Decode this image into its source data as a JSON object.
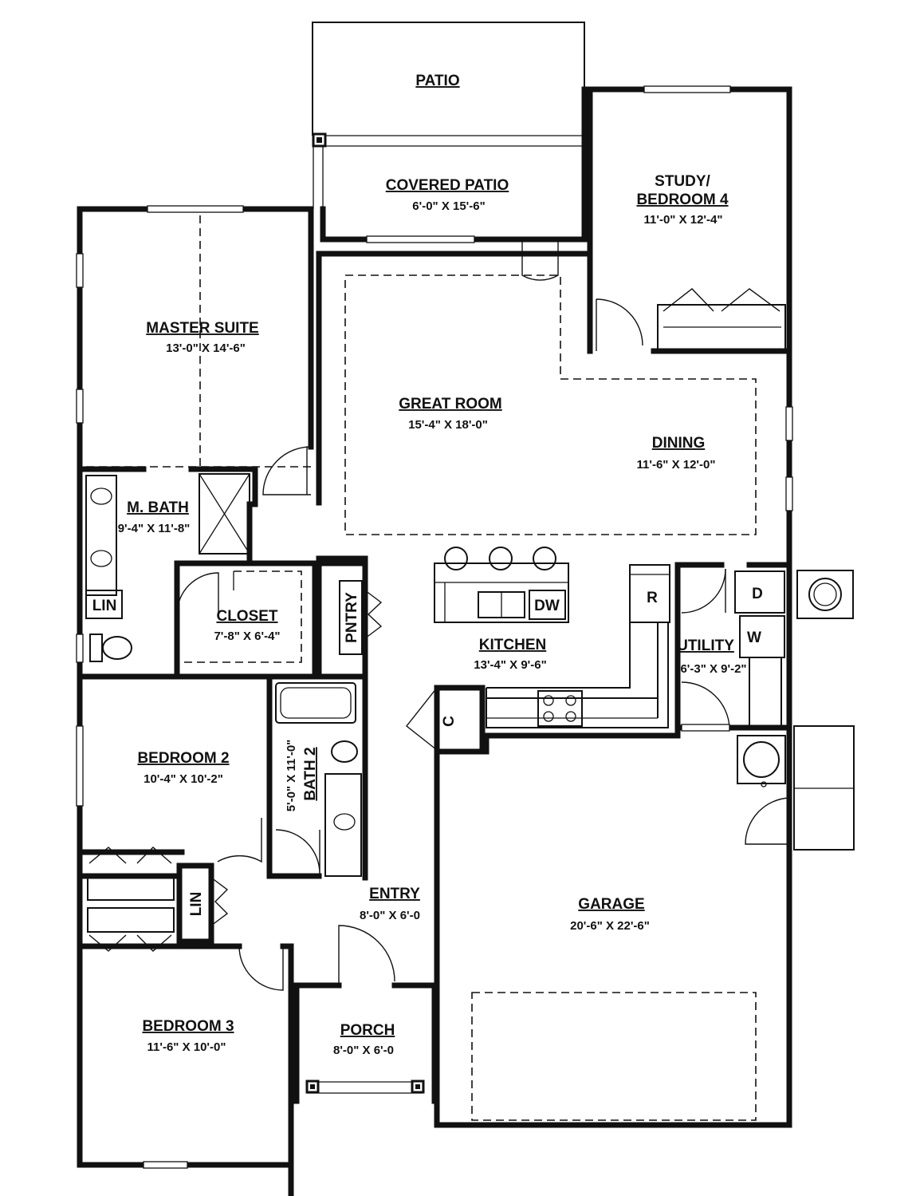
{
  "rooms": {
    "patio": {
      "name": "PATIO"
    },
    "covered_patio": {
      "name": "COVERED PATIO",
      "dim": "6'-0\" X 15'-6\""
    },
    "study": {
      "name_line1": "STUDY/",
      "name_line2": "BEDROOM 4",
      "dim": "11'-0\" X 12'-4\""
    },
    "master_suite": {
      "name": "MASTER SUITE",
      "dim": "13'-0\" X 14'-6\""
    },
    "great_room": {
      "name": "GREAT ROOM",
      "dim": "15'-4\" X 18'-0\""
    },
    "dining": {
      "name": "DINING",
      "dim": "11'-6\" X 12'-0\""
    },
    "master_bath": {
      "name": "M. BATH",
      "dim": "9'-4\" X 11'-8\""
    },
    "closet": {
      "name": "CLOSET",
      "dim": "7'-8\" X 6'-4\""
    },
    "kitchen": {
      "name": "KITCHEN",
      "dim": "13'-4\" X 9'-6\""
    },
    "utility": {
      "name": "UTILITY",
      "dim": "6'-3\" X 9'-2\""
    },
    "bedroom2": {
      "name": "BEDROOM 2",
      "dim": "10'-4\" X 10'-2\""
    },
    "bath2": {
      "name": "BATH 2",
      "dim": "5'-0\" X 11'-0\""
    },
    "entry": {
      "name": "ENTRY",
      "dim": "8'-0\" X 6'-0"
    },
    "garage": {
      "name": "GARAGE",
      "dim": "20'-6\" X 22'-6\""
    },
    "bedroom3": {
      "name": "BEDROOM 3",
      "dim": "11'-6\" X 10'-0\""
    },
    "porch": {
      "name": "PORCH",
      "dim": "8'-0\" X 6'-0"
    }
  },
  "fixtures": {
    "linen_master": "LIN",
    "linen_hall": "LIN",
    "pantry": "PNTRY",
    "dishwasher": "DW",
    "refrigerator": "R",
    "dryer": "D",
    "washer": "W",
    "coat_closet": "C"
  }
}
